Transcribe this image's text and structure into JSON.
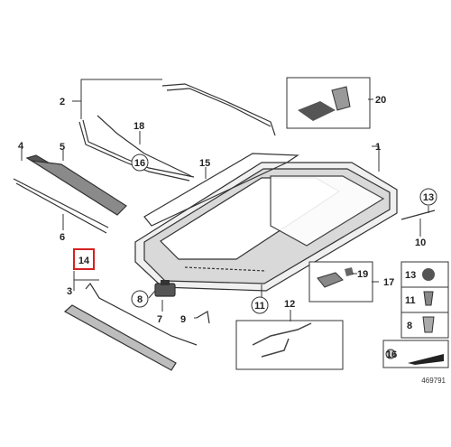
{
  "callouts": {
    "c1": "1",
    "c2": "2",
    "c3": "3",
    "c4": "4",
    "c5": "5",
    "c6": "6",
    "c7": "7",
    "c8": "8",
    "c9": "9",
    "c10": "10",
    "c11": "11",
    "c12": "12",
    "c13": "13",
    "c14": "14",
    "c15": "15",
    "c16": "16",
    "c17": "17",
    "c18": "18",
    "c19": "19",
    "c20": "20"
  },
  "grid": {
    "r13": "13",
    "r11": "11",
    "r8": "8",
    "r16": "16"
  },
  "reference_number": "469791",
  "colors": {
    "highlight": "#d62020",
    "ink": "#333333",
    "fill_gray": "#bdbdbd",
    "dark": "#444444"
  }
}
